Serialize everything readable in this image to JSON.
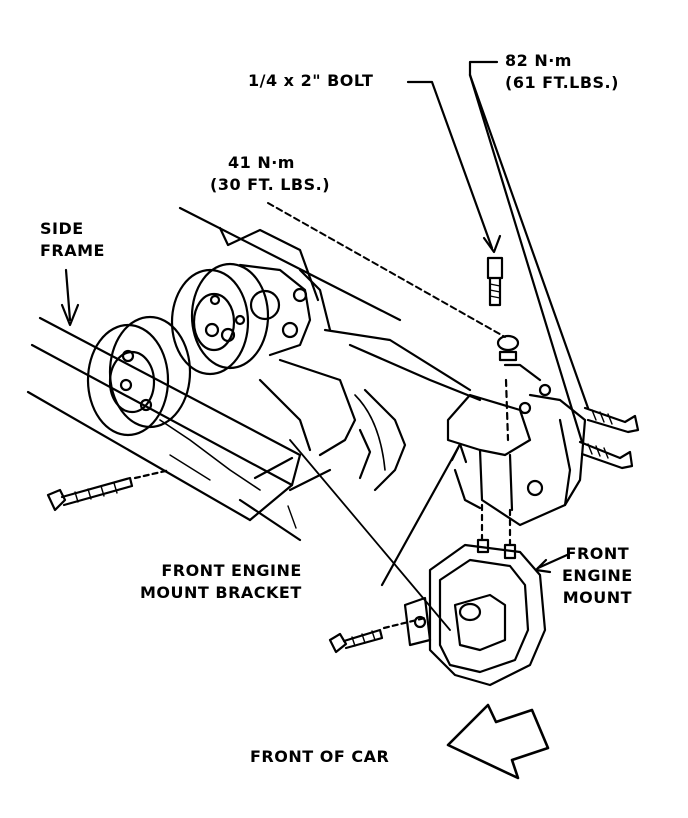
{
  "labels": {
    "bolt": "1/4 x 2\" BOLT",
    "torque_82": "82 N·m",
    "torque_82_ft": "(61 FT.LBS.)",
    "torque_41": "41 N·m",
    "torque_41_ft": "(30 FT. LBS.)",
    "side_frame_1": "SIDE",
    "side_frame_2": "FRAME",
    "bracket_1": "FRONT ENGINE",
    "bracket_2": "MOUNT BRACKET",
    "mount_1": "FRONT",
    "mount_2": "ENGINE",
    "mount_3": "MOUNT",
    "front_of_car": "FRONT OF CAR"
  },
  "colors": {
    "ink": "#000000",
    "paper": "#ffffff"
  }
}
